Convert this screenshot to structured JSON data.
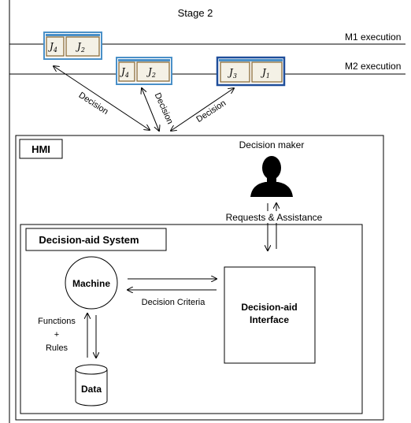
{
  "stage_label": "Stage 2",
  "lines": {
    "m1": "M1 execution",
    "m2": "M2 execution"
  },
  "jobs": {
    "m1_block": [
      "J",
      "4",
      "J",
      "2"
    ],
    "m2_block_a": [
      "J",
      "4",
      "J",
      "2"
    ],
    "m2_block_b": [
      "J",
      "3",
      "J",
      "1"
    ]
  },
  "decision_labels": [
    "Decision",
    "Decision",
    "Decision"
  ],
  "hmi": {
    "title": "HMI",
    "decision_maker": "Decision maker",
    "requests_assistance": "Requests & Assistance"
  },
  "das": {
    "title": "Decision-aid System",
    "machine": "Machine",
    "decision_criteria": "Decision Criteria",
    "interface_line1": "Decision-aid",
    "interface_line2": "Interface",
    "functions": "Functions",
    "plus": "+",
    "rules": "Rules",
    "data": "Data"
  },
  "colors": {
    "m1_border": "#4a90c8",
    "m2_border": "#4a90c8",
    "m2b_border": "#1f4e9a",
    "job_border": "#8b6d3a",
    "job_fill": "#f4f1e6"
  }
}
